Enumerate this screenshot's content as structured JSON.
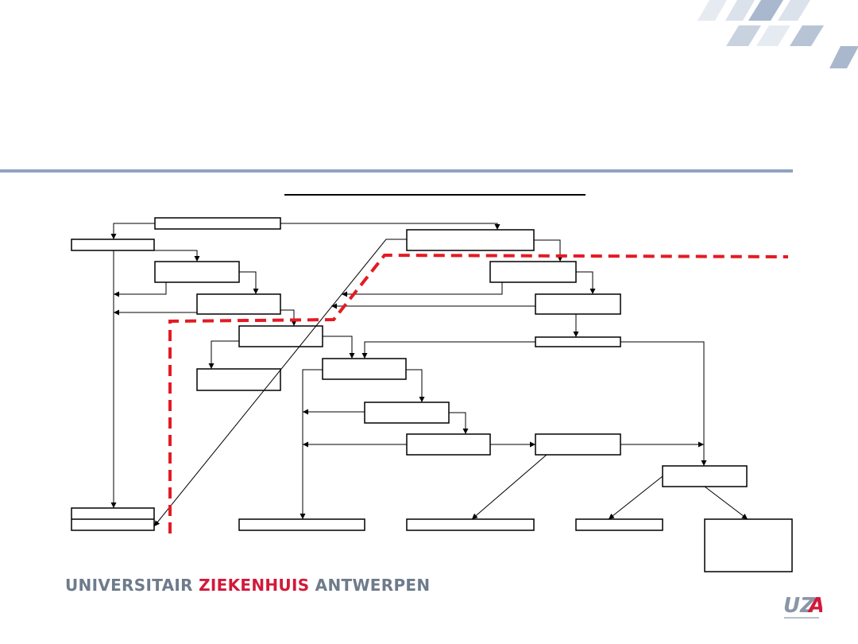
{
  "colors": {
    "divider": "#8fa3bf",
    "accent_red": "#e31b23",
    "deco_stripes": "#dde4ee",
    "deco_stripes_dark": "#b7c4d6",
    "footer_grey": "#6e7b8b",
    "footer_red": "#d2193a"
  },
  "footer": {
    "part_a": "UNIVERSITAIR ",
    "part_b": "ZIEKENHUIS",
    "part_c": " ANTWERPEN"
  },
  "logo": {
    "name": "UZA logo"
  }
}
